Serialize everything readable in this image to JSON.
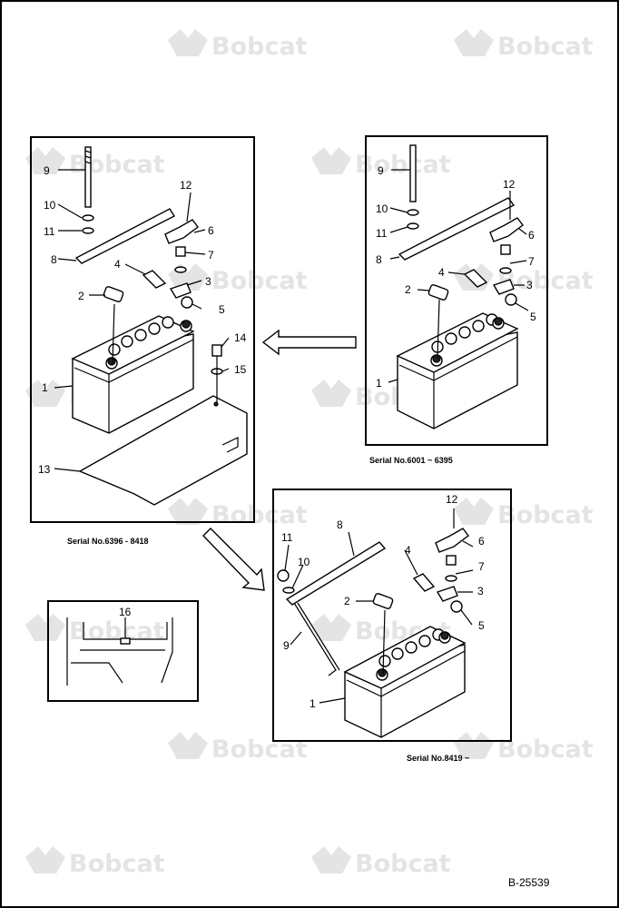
{
  "watermark": {
    "brand": "Bobcat"
  },
  "panels": {
    "top_left": {
      "serial_label": "Serial No.6396 - 8418",
      "callouts": [
        "9",
        "10",
        "11",
        "12",
        "6",
        "7",
        "8",
        "4",
        "3",
        "2",
        "5",
        "14",
        "15",
        "1",
        "13"
      ]
    },
    "top_right": {
      "serial_label": "Serial No.6001 ~ 6395",
      "callouts": [
        "9",
        "10",
        "11",
        "12",
        "6",
        "8",
        "7",
        "4",
        "3",
        "2",
        "5",
        "1"
      ]
    },
    "bottom_right": {
      "serial_label": "Serial No.8419 ~",
      "callouts": [
        "12",
        "8",
        "11",
        "10",
        "4",
        "6",
        "7",
        "2",
        "3",
        "5",
        "9",
        "1"
      ]
    },
    "inset": {
      "callouts": [
        "16"
      ]
    }
  },
  "document_number": "B-25539",
  "colors": {
    "ink": "#000000",
    "watermark": "#e4e4e4",
    "frame": "#000000"
  }
}
